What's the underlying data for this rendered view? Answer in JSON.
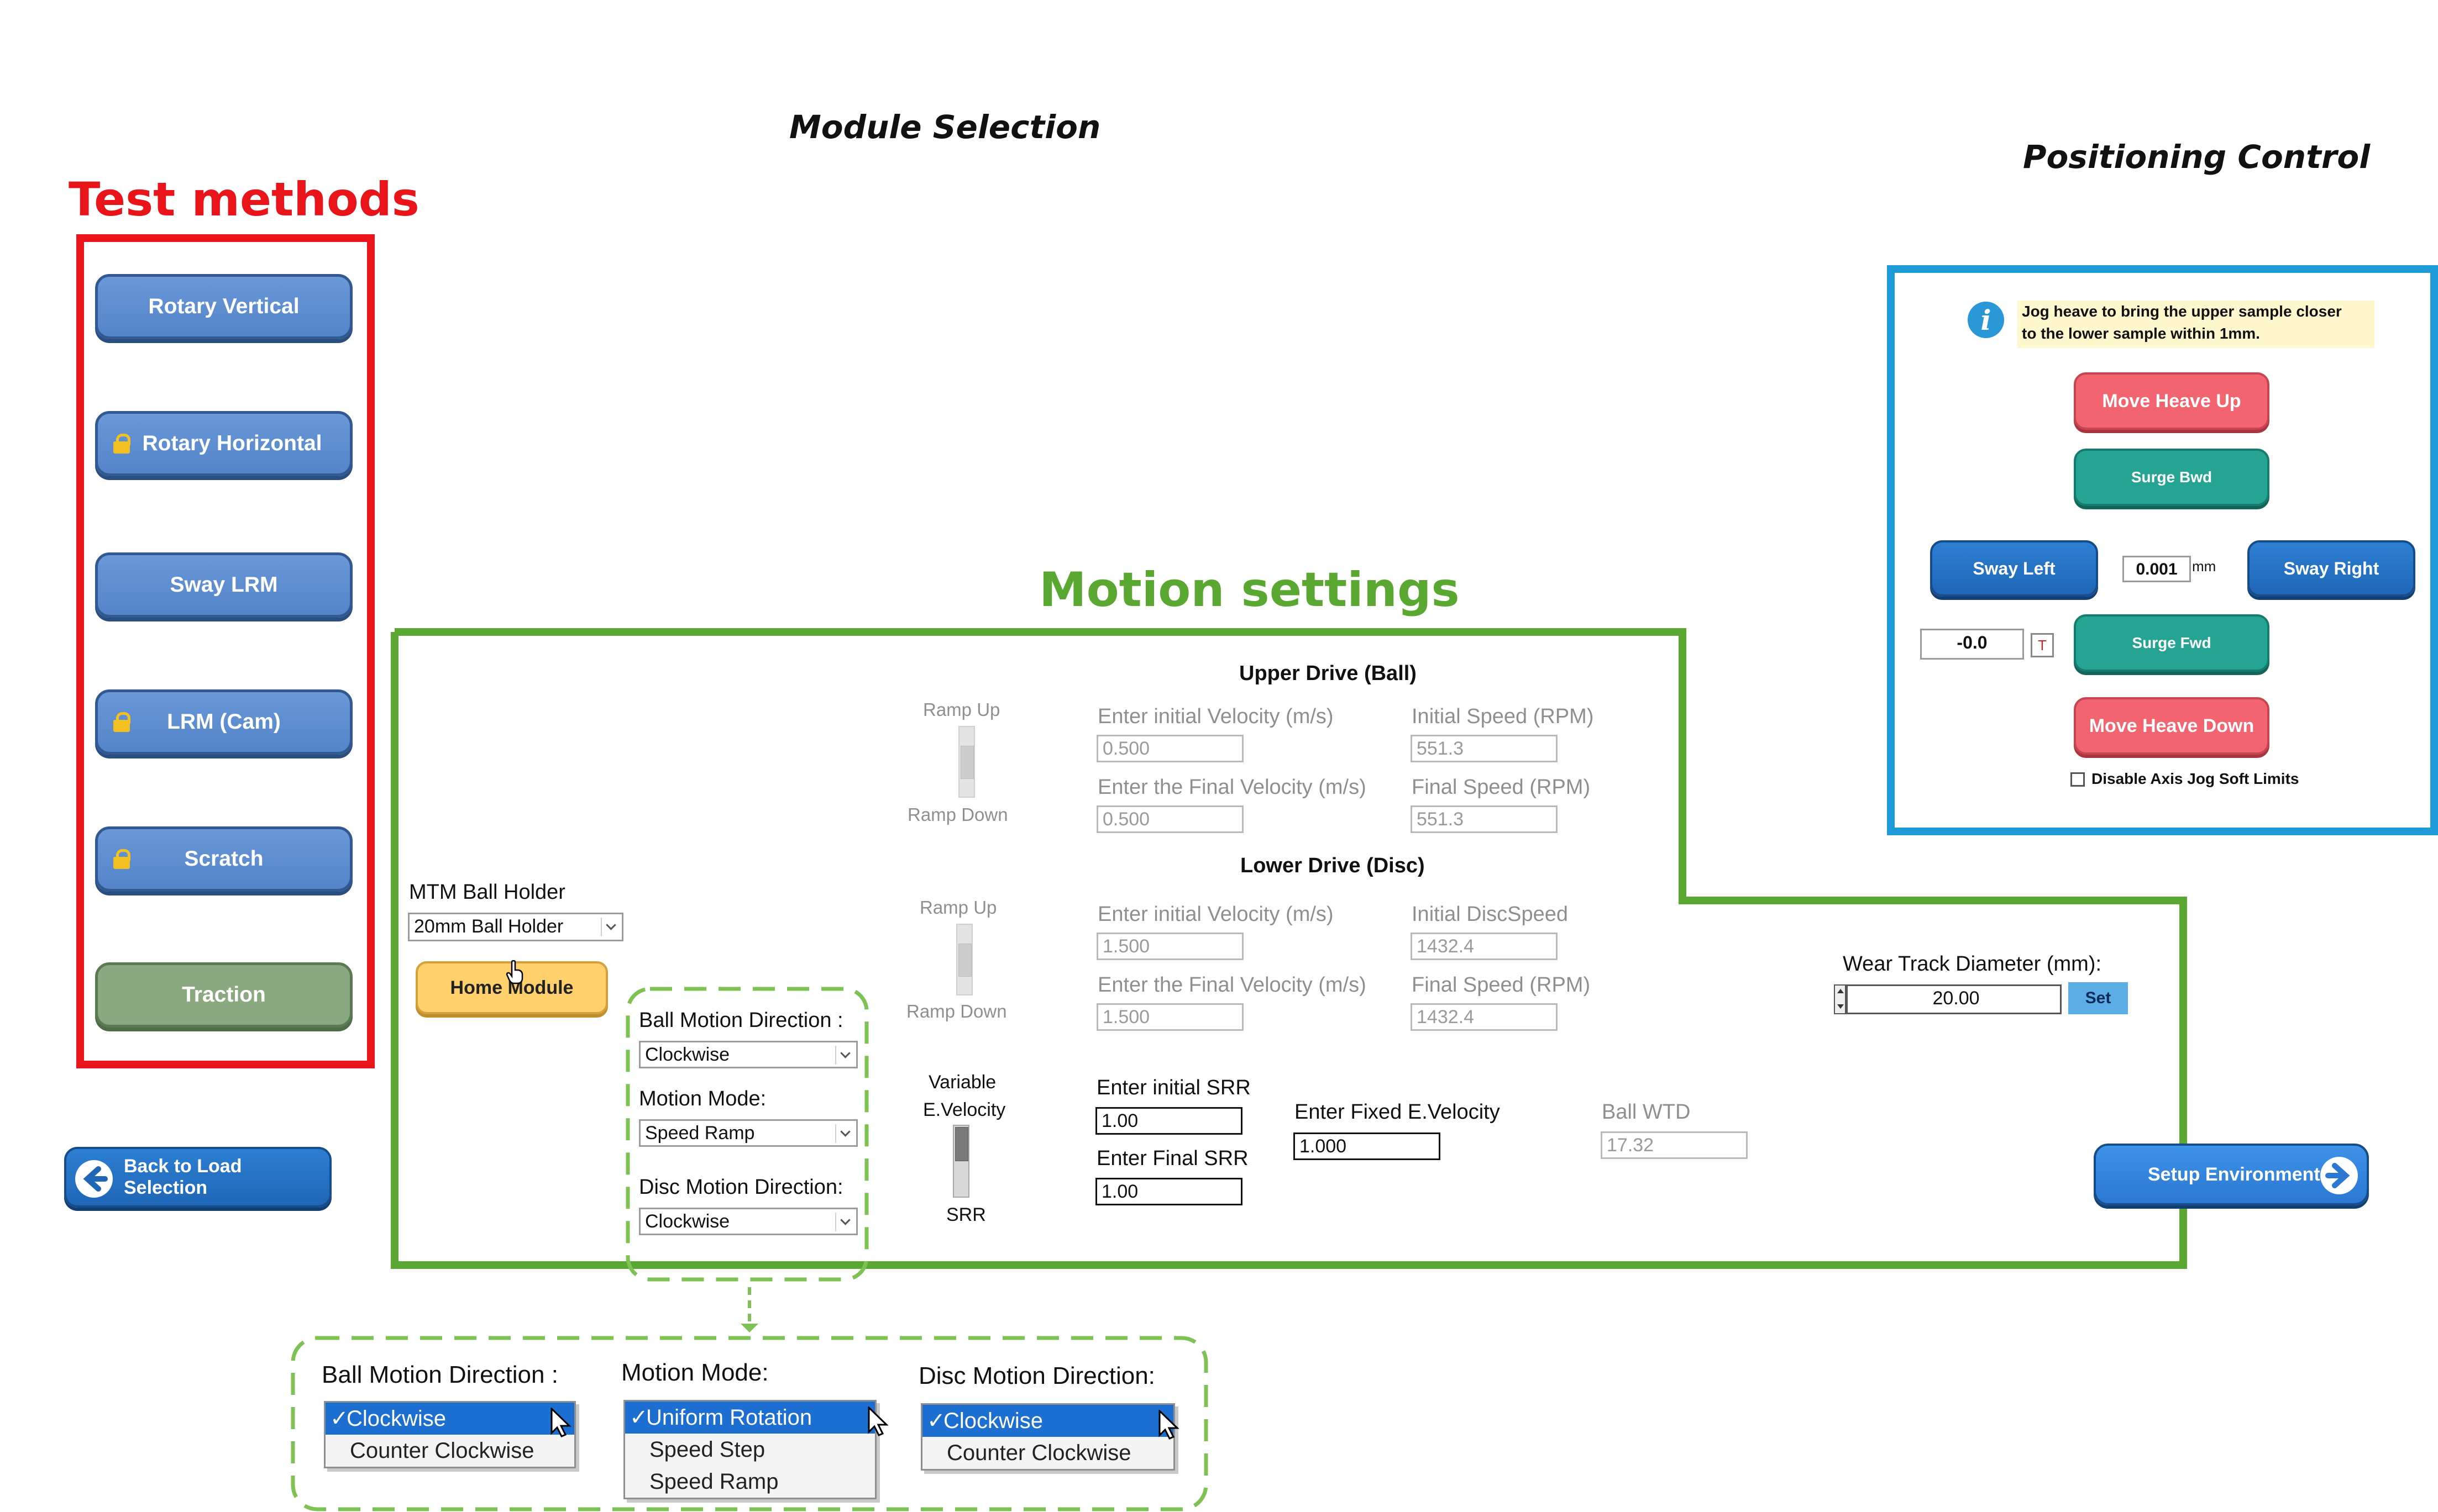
{
  "headings": {
    "module_selection": "Module Selection",
    "positioning_control": "Positioning Control"
  },
  "annotations": {
    "test_methods": "Test methods",
    "motion_settings": "Motion settings",
    "colors": {
      "test_methods": "#e8141a",
      "motion_settings": "#5aa832",
      "positioning": "#1e9ad6"
    }
  },
  "test_methods": {
    "buttons": [
      {
        "label": "Rotary Vertical",
        "locked": false
      },
      {
        "label": "Rotary Horizontal",
        "locked": true
      },
      {
        "label": "Sway LRM",
        "locked": false
      },
      {
        "label": "LRM (Cam)",
        "locked": true
      },
      {
        "label": "Scratch",
        "locked": true
      },
      {
        "label": "Traction",
        "locked": false
      }
    ]
  },
  "nav": {
    "back_label": "Back to Load Selection",
    "setup_label": "Setup Environment"
  },
  "holder": {
    "label": "MTM Ball Holder",
    "value": "20mm Ball Holder",
    "home_label": "Home Module"
  },
  "direction": {
    "ball_label": "Ball Motion Direction :",
    "ball_value": "Clockwise",
    "mode_label": "Motion Mode:",
    "mode_value": "Speed Ramp",
    "disc_label": "Disc Motion Direction:",
    "disc_value": "Clockwise"
  },
  "ramp": {
    "up": "Ramp Up",
    "down": "Ramp Down"
  },
  "upper": {
    "title": "Upper Drive (Ball)",
    "init_vel_label": "Enter initial Velocity (m/s)",
    "init_vel_value": "0.500",
    "final_vel_label": "Enter the Final Velocity (m/s)",
    "final_vel_value": "0.500",
    "init_speed_label": "Initial Speed (RPM)",
    "init_speed_value": "551.3",
    "final_speed_label": "Final Speed (RPM)",
    "final_speed_value": "551.3"
  },
  "lower": {
    "title": "Lower Drive (Disc)",
    "init_vel_label": "Enter initial Velocity (m/s)",
    "init_vel_value": "1.500",
    "final_vel_label": "Enter the Final Velocity (m/s)",
    "final_vel_value": "1.500",
    "init_speed_label": "Initial DiscSpeed",
    "init_speed_value": "1432.4",
    "final_speed_label": "Final Speed (RPM)",
    "final_speed_value": "1432.4"
  },
  "srr": {
    "variable_label": "Variable",
    "evelocity_label": "E.Velocity",
    "srr_label": "SRR",
    "init_label": "Enter initial SRR",
    "init_value": "1.00",
    "final_label": "Enter Final SRR",
    "final_value": "1.00",
    "fixed_label": "Enter Fixed E.Velocity",
    "fixed_value": "1.000",
    "wtd_label": "Ball WTD",
    "wtd_value": "17.32"
  },
  "wear": {
    "label": "Wear Track Diameter (mm):",
    "value": "20.00",
    "set_label": "Set"
  },
  "positioning": {
    "info_text_1": "Jog heave to bring the upper sample closer",
    "info_text_2": "to the lower sample within 1mm.",
    "heave_up": "Move Heave Up",
    "surge_bwd": "Surge Bwd",
    "sway_left": "Sway Left",
    "step_value": "0.001",
    "step_unit": "mm",
    "sway_right": "Sway Right",
    "pos_value": "-0.0",
    "t_label": "T",
    "surge_fwd": "Surge Fwd",
    "heave_down": "Move Heave Down",
    "soft_limits_label": "Disable Axis Jog Soft Limits"
  },
  "dropdowns": {
    "ball": {
      "label": "Ball Motion Direction :",
      "options": [
        "Clockwise",
        "Counter Clockwise"
      ],
      "selected": "Clockwise"
    },
    "mode": {
      "label": "Motion Mode:",
      "options": [
        "Uniform Rotation",
        "Speed Step",
        "Speed Ramp"
      ],
      "selected": "Uniform Rotation"
    },
    "disc": {
      "label": "Disc Motion Direction:",
      "options": [
        "Clockwise",
        "Counter Clockwise"
      ],
      "selected": "Clockwise"
    }
  }
}
